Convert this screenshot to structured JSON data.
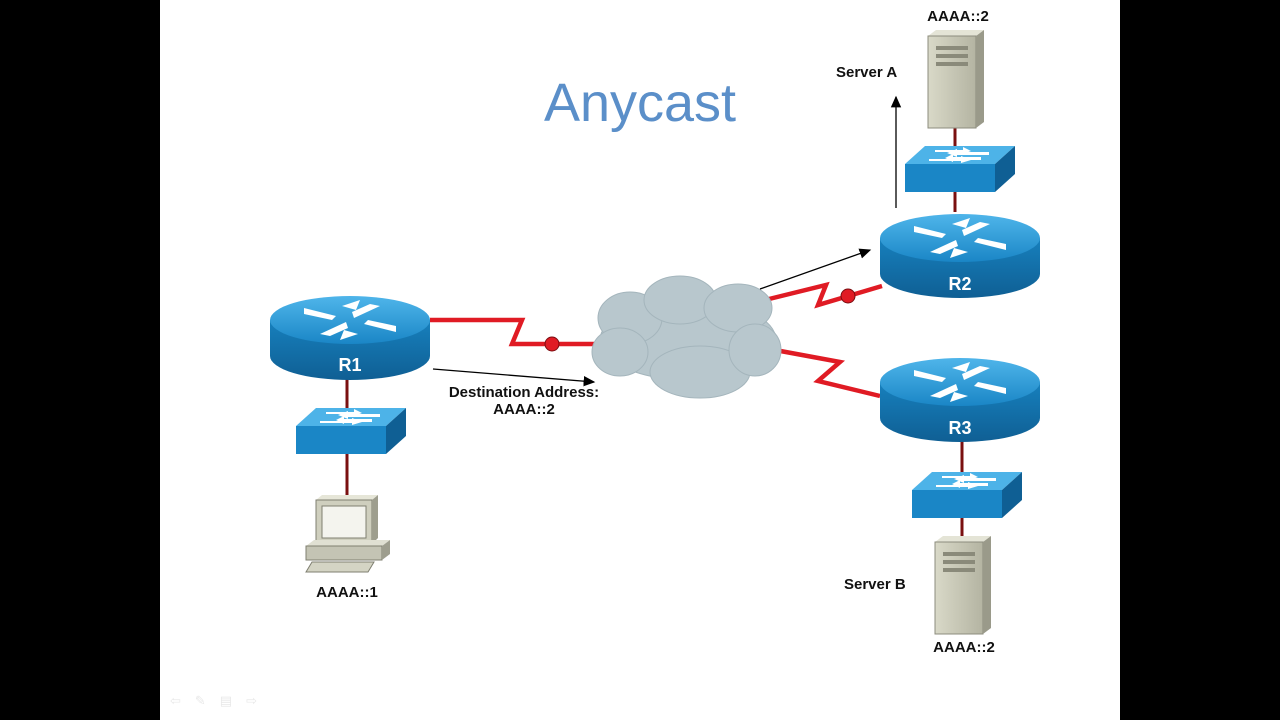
{
  "title": "Anycast",
  "routers": {
    "r1": "R1",
    "r2": "R2",
    "r3": "R3"
  },
  "labels": {
    "server_a": "Server A",
    "server_a_addr": "AAAA::2",
    "server_b": "Server B",
    "server_b_addr": "AAAA::2",
    "pc_addr": "AAAA::1",
    "dest_line1": "Destination Address:",
    "dest_line2": "AAAA::2"
  },
  "colors": {
    "title": "#5b8fc9",
    "router": "#1b8fd0",
    "link": "#e01b24",
    "cloud": "#b8c7cd",
    "server": "#c9c9b8"
  },
  "icons": [
    "router-icon",
    "switch-icon",
    "cloud-icon",
    "server-icon",
    "pc-icon",
    "arrow-icon"
  ]
}
